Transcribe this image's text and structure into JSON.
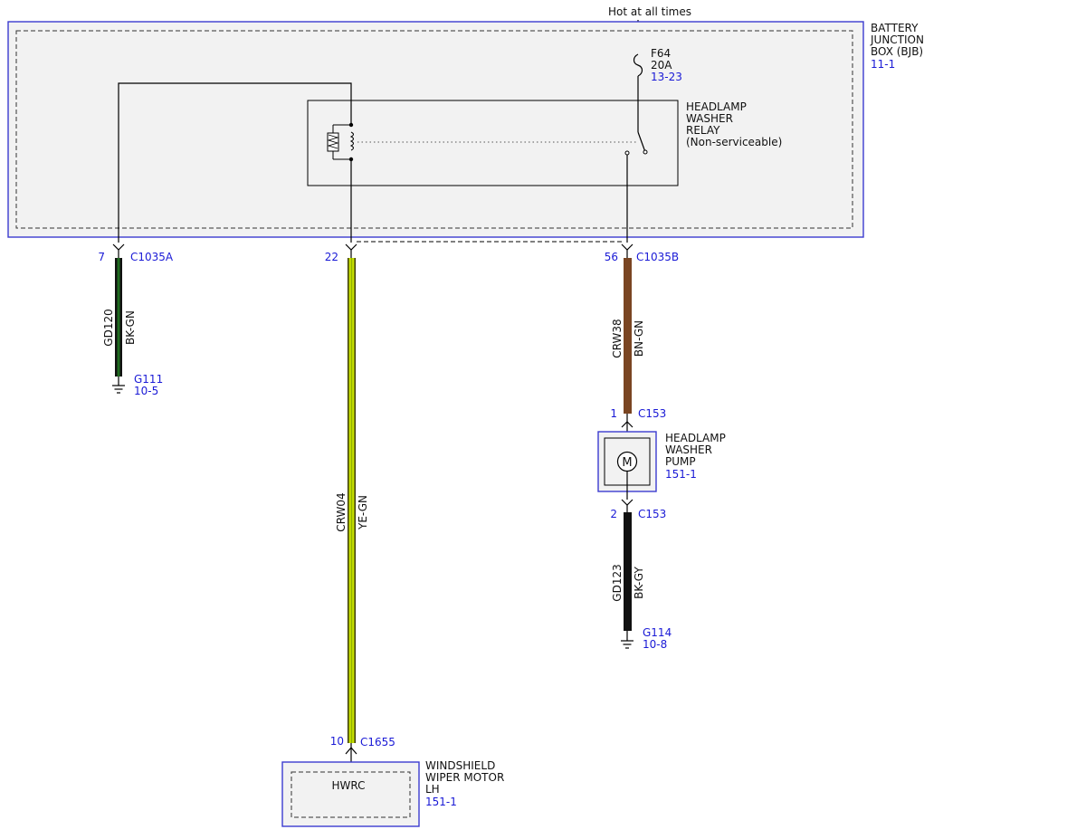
{
  "colors": {
    "module_border": "#3b3bd0",
    "module_fill": "#f2f2f2",
    "link_text": "#1a1ad6",
    "wire_bk_gn_core": "#1f6b1f",
    "wire_ye_gn_core": "#c8e000",
    "wire_ye_gn_stripe": "#8fb000",
    "wire_bn_gn": "#7a4522",
    "wire_bk_gy": "#111111"
  },
  "supply": {
    "label": "Hot at all times"
  },
  "bjb": {
    "name_lines": [
      "BATTERY",
      "JUNCTION",
      "BOX (BJB)"
    ],
    "ref": "11-1"
  },
  "fuse": {
    "id": "F64",
    "rating": "20A",
    "ref": "13-23"
  },
  "relay": {
    "name_lines": [
      "HEADLAMP",
      "WASHER",
      "RELAY",
      "(Non-serviceable)"
    ]
  },
  "pins": {
    "c1035a_pin": "7",
    "c1035a": "C1035A",
    "c1035_22_pin": "22",
    "c1035b_pin": "56",
    "c1035b": "C1035B",
    "c153_pin1": "1",
    "c153_a": "C153",
    "c153_pin2": "2",
    "c153_b": "C153",
    "c1655_pin": "10",
    "c1655": "C1655"
  },
  "wires": {
    "gd120": {
      "circuit": "GD120",
      "color": "BK-GN"
    },
    "crw04": {
      "circuit": "CRW04",
      "color": "YE-GN"
    },
    "crw38": {
      "circuit": "CRW38",
      "color": "BN-GN"
    },
    "gd123": {
      "circuit": "GD123",
      "color": "BK-GY"
    }
  },
  "grounds": {
    "g111": {
      "id": "G111",
      "ref": "10-5"
    },
    "g114": {
      "id": "G114",
      "ref": "10-8"
    }
  },
  "pump": {
    "name_lines": [
      "HEADLAMP",
      "WASHER",
      "PUMP"
    ],
    "ref": "151-1",
    "symbol": "M"
  },
  "wiper_motor": {
    "name_lines": [
      "WINDSHIELD",
      "WIPER MOTOR",
      "LH"
    ],
    "ref": "151-1",
    "inner_module": "HWRC"
  }
}
